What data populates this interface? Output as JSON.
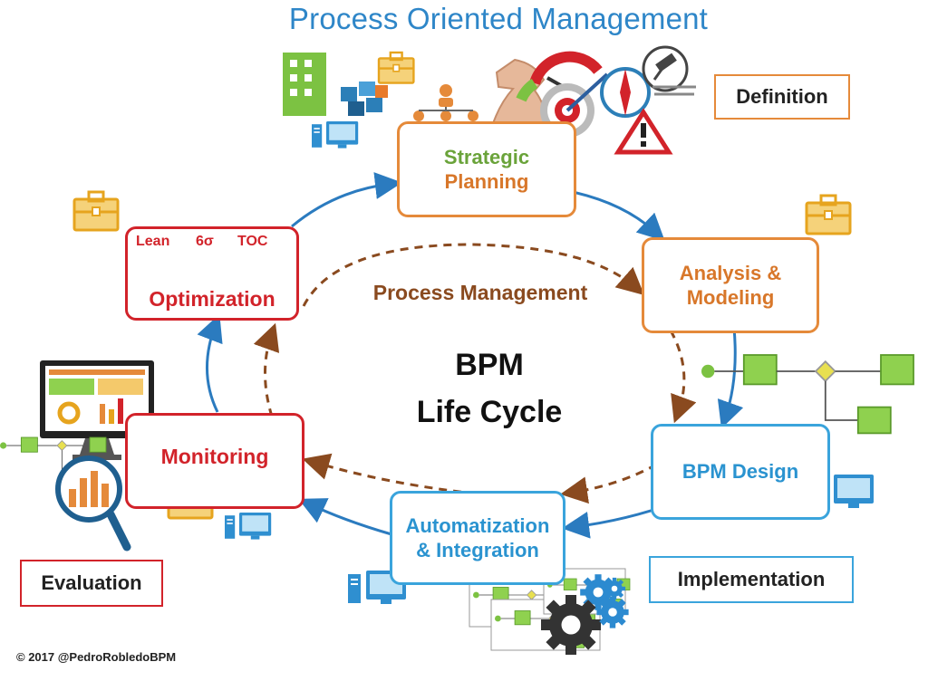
{
  "title": "Process Oriented Management",
  "center": {
    "line1": "BPM",
    "line2": "Life Cycle"
  },
  "inner_label": "Process Management",
  "stages": {
    "strategic": {
      "line1": "Strategic",
      "line2": "Planning"
    },
    "analysis": {
      "line1": "Analysis &",
      "line2": "Modeling"
    },
    "design": {
      "line1": "BPM Design"
    },
    "automation": {
      "line1": "Automatization",
      "line2": "& Integration"
    },
    "monitoring": {
      "line1": "Monitoring"
    },
    "optimization": {
      "line1": "Optimization",
      "tools": [
        "Lean",
        "6σ",
        "TOC"
      ]
    }
  },
  "phases": {
    "definition": "Definition",
    "implementation": "Implementation",
    "evaluation": "Evaluation"
  },
  "copyright": "© 2017 @PedroRobledoBPM",
  "colors": {
    "title": "#2e86c8",
    "orange": "#e58a3a",
    "red": "#d2232a",
    "blue": "#3aa4dc",
    "arrow_blue": "#2b7bbf",
    "dashed_brown": "#8a4a1f",
    "briefcase": "#e6a41e",
    "green": "#7cc242"
  }
}
